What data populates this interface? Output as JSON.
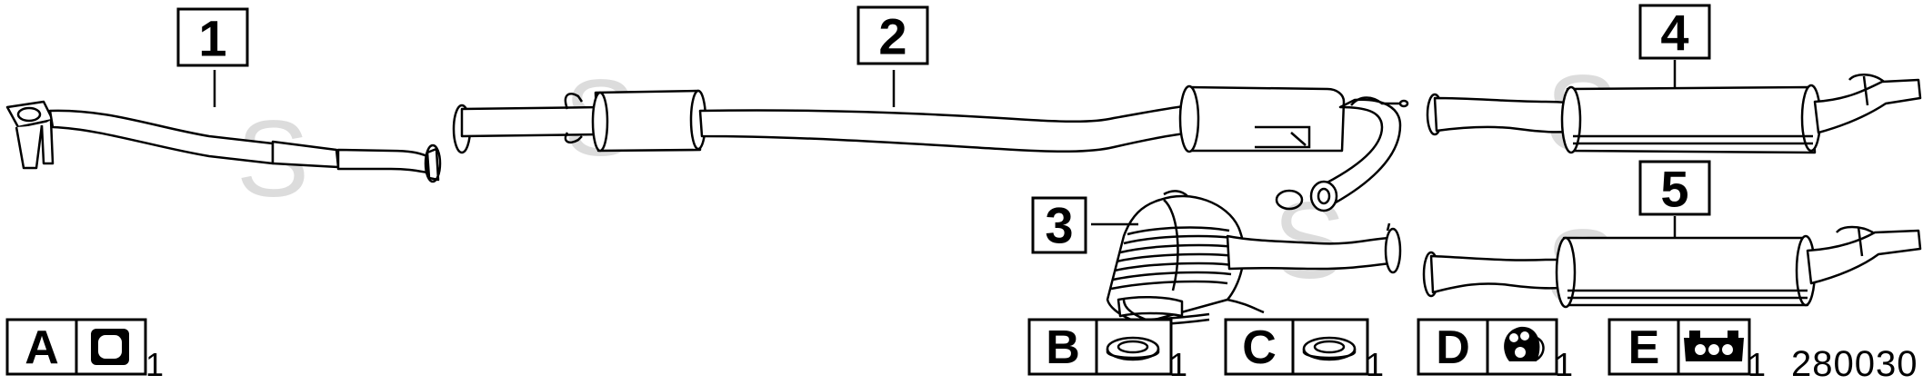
{
  "diagram": {
    "drawing_number": "280030",
    "parts": [
      {
        "label": "1"
      },
      {
        "label": "2"
      },
      {
        "label": "3"
      },
      {
        "label": "4"
      },
      {
        "label": "5"
      }
    ],
    "kits": [
      {
        "letter": "A",
        "qty": "1",
        "icon": "square-gasket-icon"
      },
      {
        "letter": "B",
        "qty": "1",
        "icon": "ring-gasket-icon"
      },
      {
        "letter": "C",
        "qty": "1",
        "icon": "ring-gasket-icon"
      },
      {
        "letter": "D",
        "qty": "1",
        "icon": "rubber-hanger-icon"
      },
      {
        "letter": "E",
        "qty": "1",
        "icon": "hanger-strap-icon"
      }
    ],
    "watermark": "S"
  }
}
